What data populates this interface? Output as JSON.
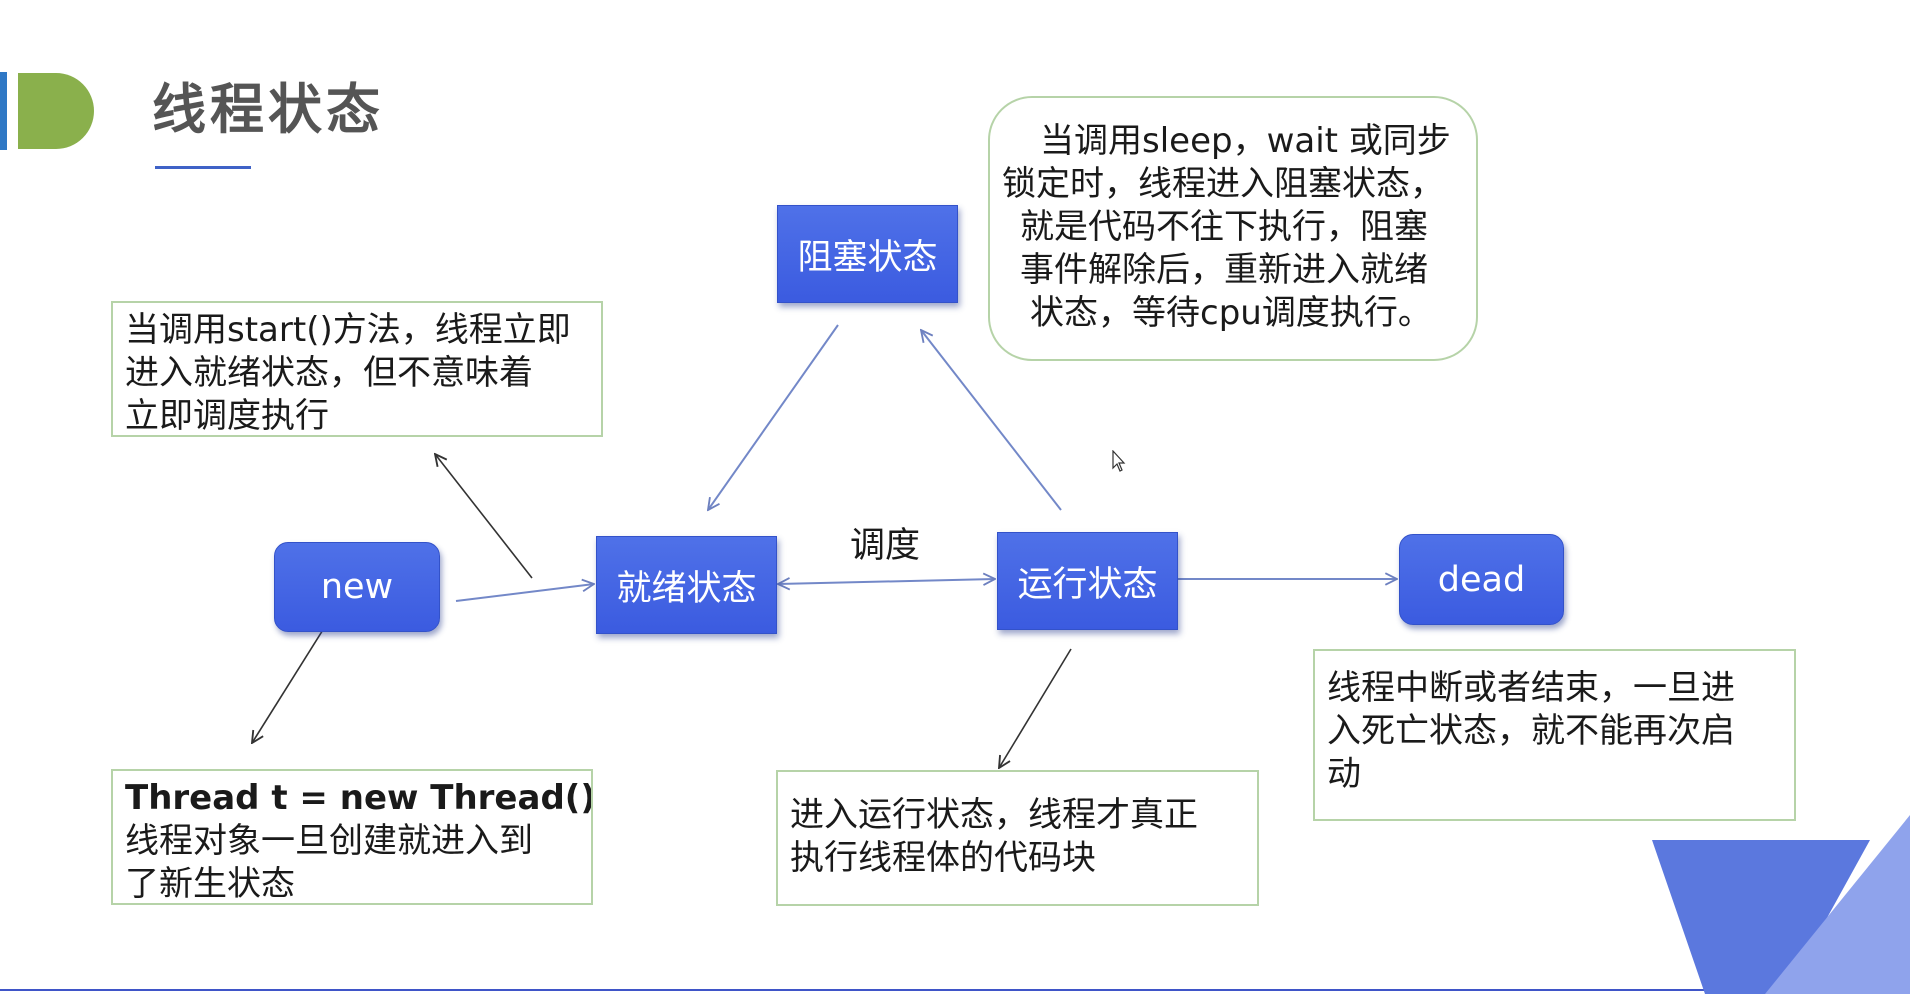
{
  "slide": {
    "title": "线程状态"
  },
  "states": {
    "new": "new",
    "ready": "就绪状态",
    "running": "运行状态",
    "blocked": "阻塞状态",
    "dead": "dead"
  },
  "edge_labels": {
    "schedule": "调度"
  },
  "notes": {
    "start_note": [
      "当调用start()方法，线程立即",
      "进入就绪状态，但不意味着",
      "立即调度执行"
    ],
    "new_note_code": "Thread t = new Thread()",
    "new_note": [
      "线程对象一旦创建就进入到",
      "了新生状态"
    ],
    "running_note": [
      "进入运行状态，线程才真正",
      "执行线程体的代码块"
    ],
    "dead_note": [
      "线程中断或者结束，一旦进",
      "入死亡状态，就不能再次启",
      "动"
    ],
    "blocked_note": [
      "当调用sleep，wait 或同步",
      "锁定时，线程进入阻塞状态，",
      "就是代码不往下执行，阻塞",
      "事件解除后，重新进入就绪",
      "状态，等待cpu调度执行。"
    ]
  },
  "colors": {
    "state_fill": "#4466e6",
    "note_border": "#b6d3a8",
    "arrow": "#7388c8",
    "accent_green": "#8ab04c",
    "accent_blue": "#2f78c5"
  }
}
